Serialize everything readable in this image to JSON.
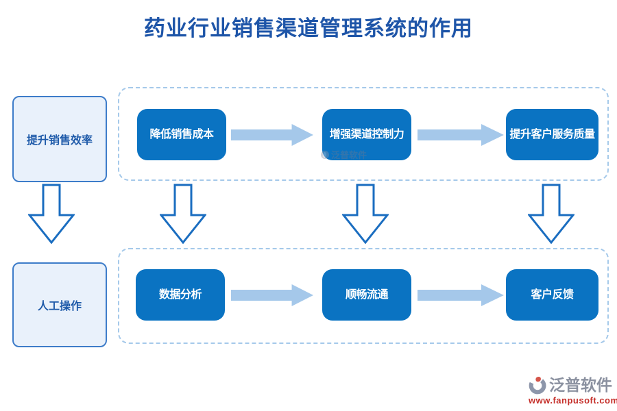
{
  "title": "药业行业销售渠道管理系统的作用",
  "left_column": {
    "top_box": "提升销售效率",
    "bottom_box": "人工操作"
  },
  "benefits_row": {
    "boxes": [
      "降低销售成本",
      "增强渠道控制力",
      "提升客户服务质量"
    ]
  },
  "process_row": {
    "boxes": [
      "数据分析",
      "顺畅流通",
      "客户反馈"
    ]
  },
  "watermark_text": "泛普软件",
  "footer": {
    "brand": "泛普软件",
    "url": "www.fanpusoft.com"
  },
  "colors": {
    "title_blue": "#1e55a8",
    "box_dark_blue": "#0a73c2",
    "soft_box_fill": "#e9f1fb",
    "soft_box_border": "#3d7cc9",
    "soft_box_text": "#1e5aa9",
    "solid_arrow": "#a5c8ea",
    "outline_arrow": "#1a6dc0",
    "dashed_border": "#a5c9ea",
    "footer_gray": "#8b91a0",
    "footer_red": "#c52f2a"
  }
}
